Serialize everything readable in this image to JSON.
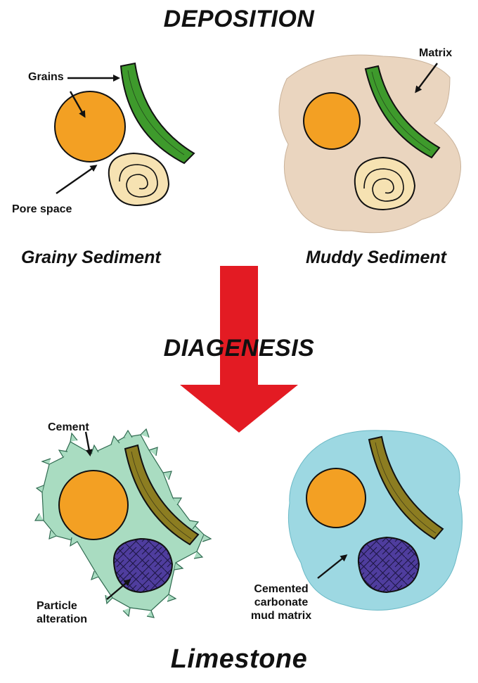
{
  "titles": {
    "deposition": "DEPOSITION",
    "diagenesis": "DIAGENESIS",
    "limestone": "Limestone"
  },
  "captions": {
    "grainy": "Grainy Sediment",
    "muddy": "Muddy Sediment"
  },
  "labels": {
    "grains": "Grains",
    "pore_space": "Pore space",
    "matrix": "Matrix",
    "cement": "Cement",
    "particle_alteration_1": "Particle",
    "particle_alteration_2": "alteration",
    "cemented_1": "Cemented",
    "cemented_2": "carbonate",
    "cemented_3": "mud matrix"
  },
  "colors": {
    "grain_orange": "#f3a023",
    "shell_cream": "#f6e2b2",
    "rod_green": "#3e9a2c",
    "rod_olive": "#8c7d21",
    "mud_tan": "#ead5bf",
    "matrix_cyan": "#9dd8e2",
    "cement_mint": "#a9dcc1",
    "altered_purple": "#4f3d9e",
    "arrow_red": "#e31b23"
  }
}
